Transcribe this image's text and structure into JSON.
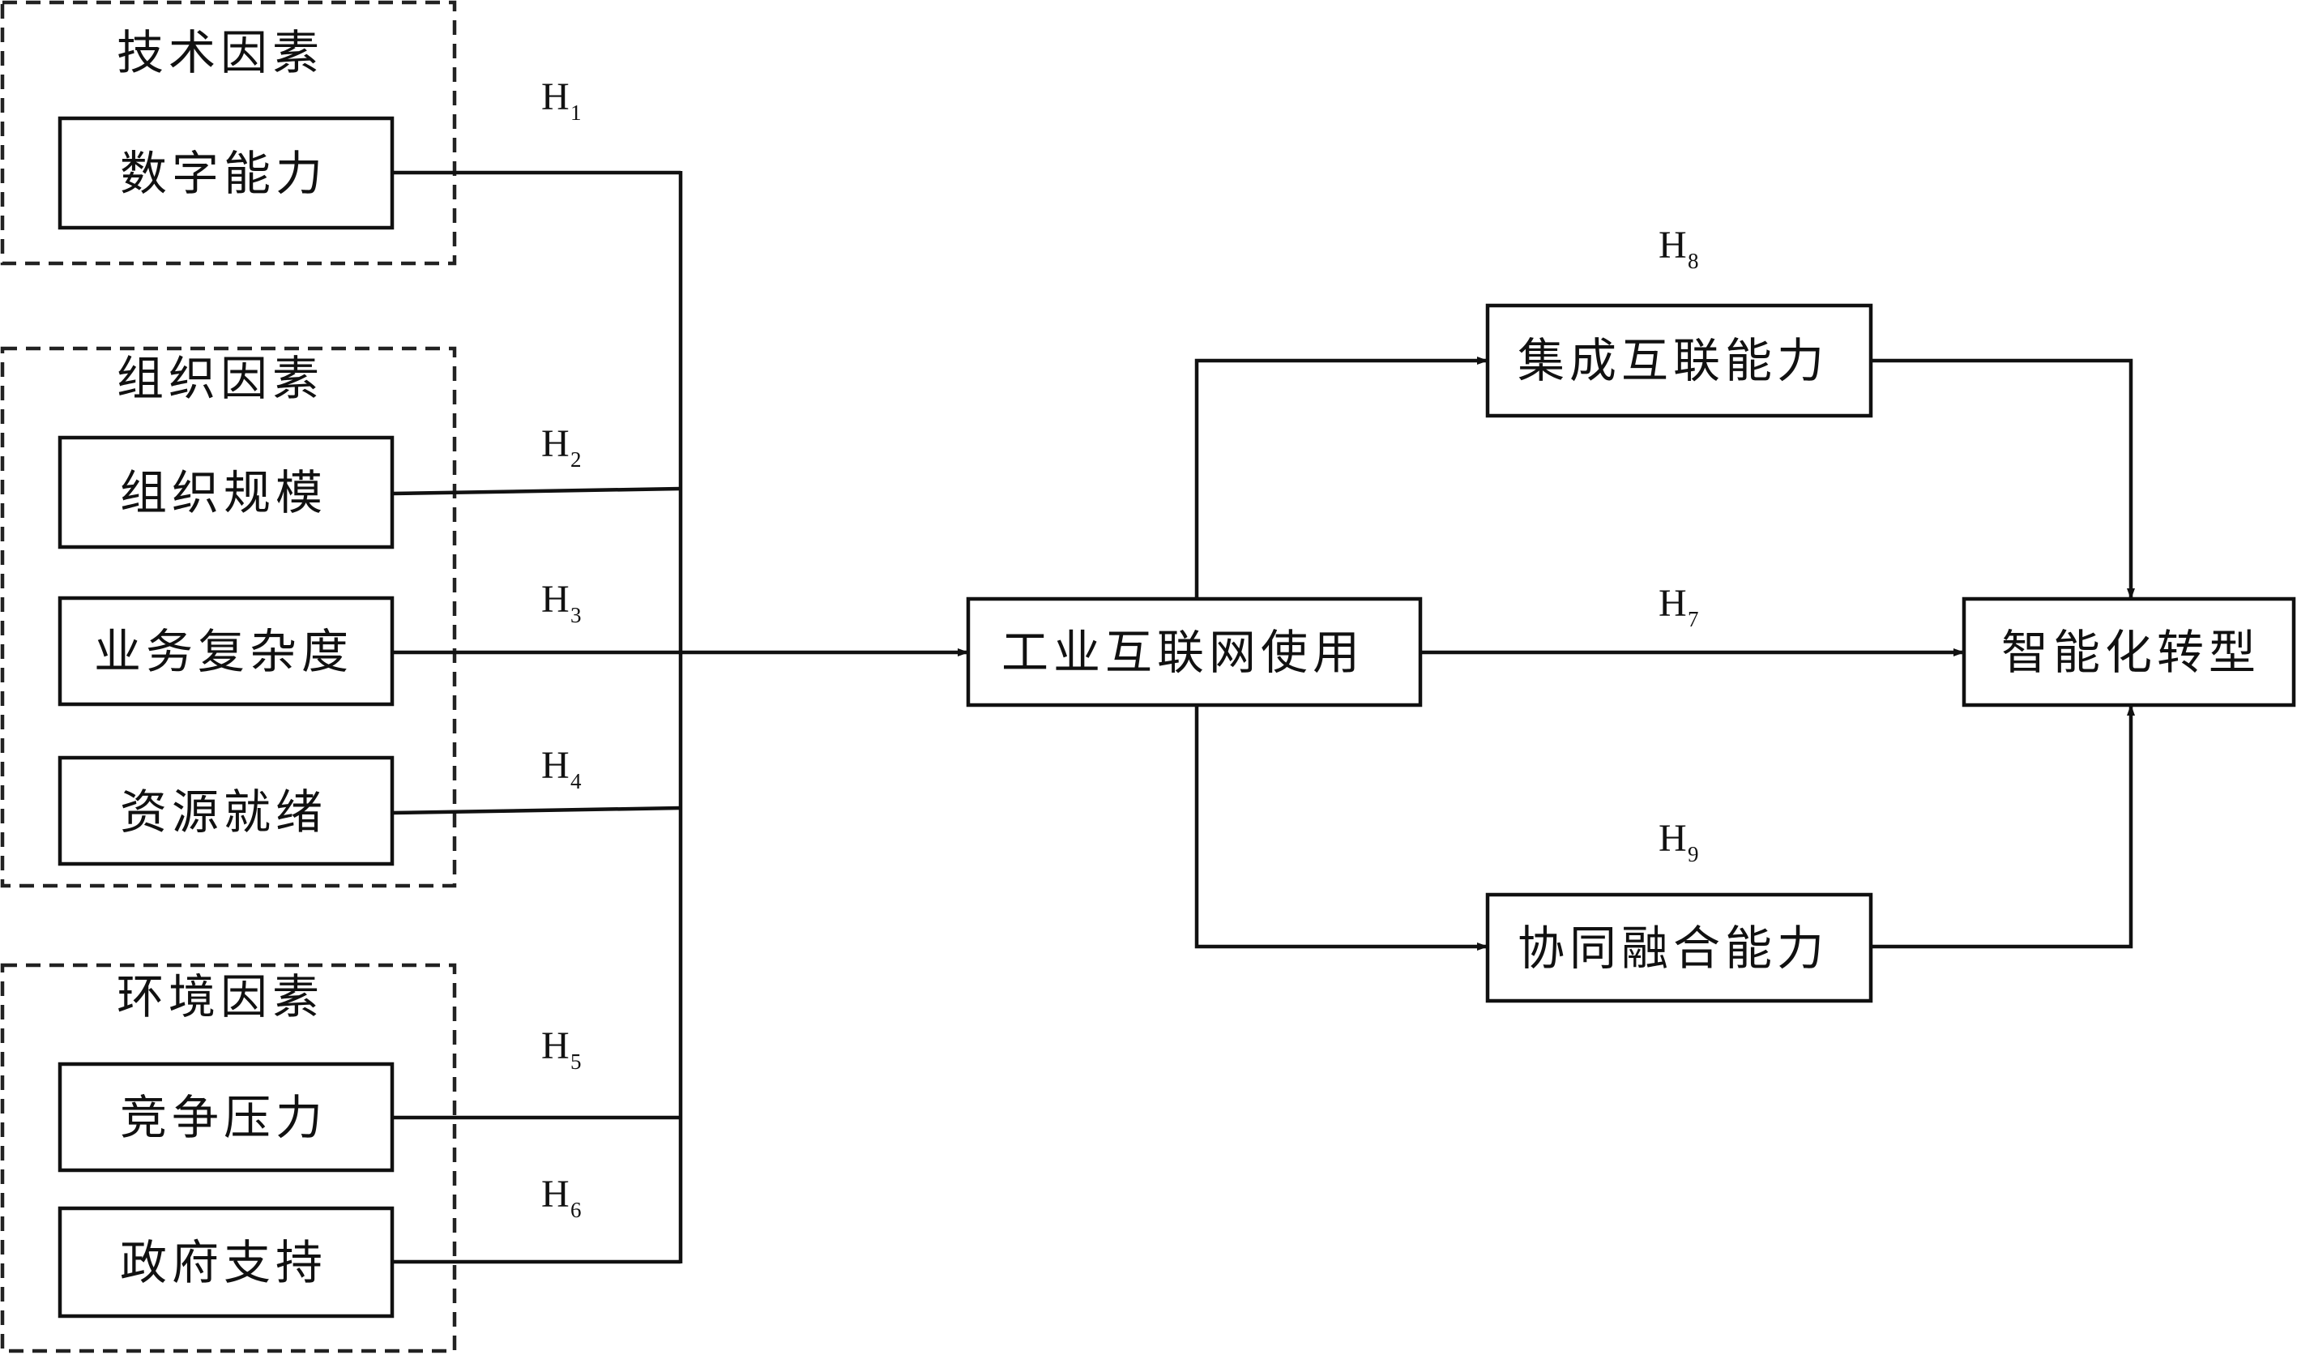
{
  "groups": {
    "tech": "技术因素",
    "org": "组织因素",
    "env": "环境因素"
  },
  "factors": {
    "digital_capability": "数字能力",
    "org_size": "组织规模",
    "business_complexity": "业务复杂度",
    "resource_readiness": "资源就绪",
    "competitive_pressure": "竞争压力",
    "government_support": "政府支持"
  },
  "central": "工业互联网使用",
  "mediators": {
    "integration": "集成互联能力",
    "collaboration": "协同融合能力"
  },
  "outcome": "智能化转型",
  "hypotheses": {
    "h1": {
      "letter": "H",
      "sub": "1"
    },
    "h2": {
      "letter": "H",
      "sub": "2"
    },
    "h3": {
      "letter": "H",
      "sub": "3"
    },
    "h4": {
      "letter": "H",
      "sub": "4"
    },
    "h5": {
      "letter": "H",
      "sub": "5"
    },
    "h6": {
      "letter": "H",
      "sub": "6"
    },
    "h7": {
      "letter": "H",
      "sub": "7"
    },
    "h8": {
      "letter": "H",
      "sub": "8"
    },
    "h9": {
      "letter": "H",
      "sub": "9"
    }
  }
}
